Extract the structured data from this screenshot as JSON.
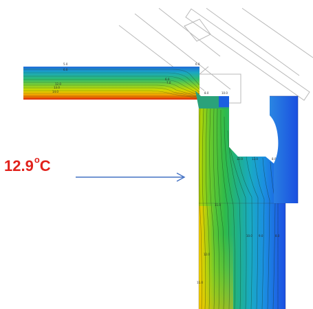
{
  "annotation": {
    "value": "12.9",
    "degree_symbol": "o",
    "unit": "C",
    "color": "#e1211b"
  },
  "arrow": {
    "color": "#4472c4"
  },
  "isotherm_labels": [
    "5.0",
    "6.0",
    "12.0",
    "13.0",
    "14.0",
    "6.0",
    "7.0",
    "6.0",
    "8.0",
    "10.0",
    "12.0",
    "13.0",
    "8.0",
    "4.0",
    "12.0",
    "10.0",
    "9.0",
    "8.0",
    "11.0",
    "11.0"
  ],
  "palette": [
    "#dc2a00",
    "#f07000",
    "#f5c400",
    "#b8d800",
    "#4fc21e",
    "#21b07a",
    "#1aa6b9",
    "#1f7fdc",
    "#1c52e6"
  ]
}
